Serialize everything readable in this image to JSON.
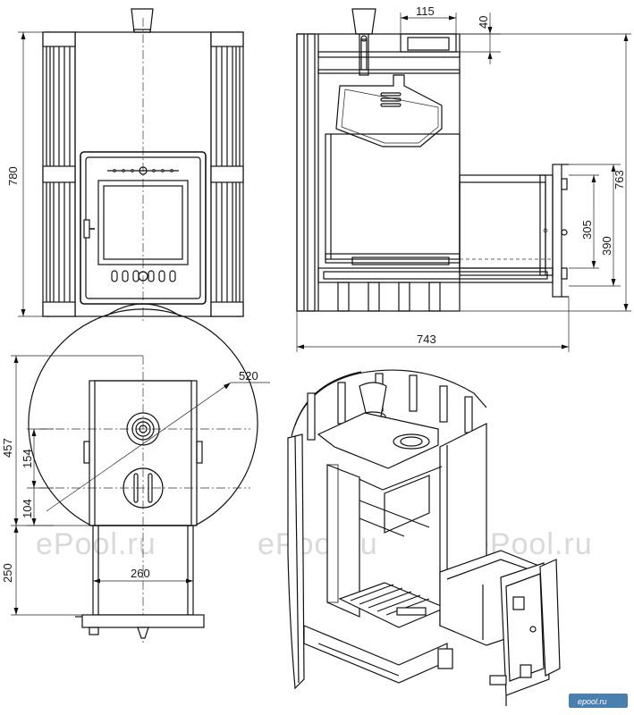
{
  "dimensions": {
    "front_height": "780",
    "side_top_width": "115",
    "side_top_height": "40",
    "side_total_height": "763",
    "door_height_inner": "305",
    "door_height_outer": "390",
    "side_depth": "743",
    "top_diameter": "520",
    "top_depth": "457",
    "top_hole_spacing": "154",
    "top_hole_offset": "104",
    "tunnel_length": "250",
    "tunnel_width": "260"
  },
  "watermarks": [
    "ePool.ru",
    "ePool.ru",
    "ePool.ru"
  ],
  "logo": "epool.ru",
  "colors": {
    "line": "#111111",
    "watermark": "#d9d9d9",
    "logo_bg": "#4a7fb0"
  }
}
